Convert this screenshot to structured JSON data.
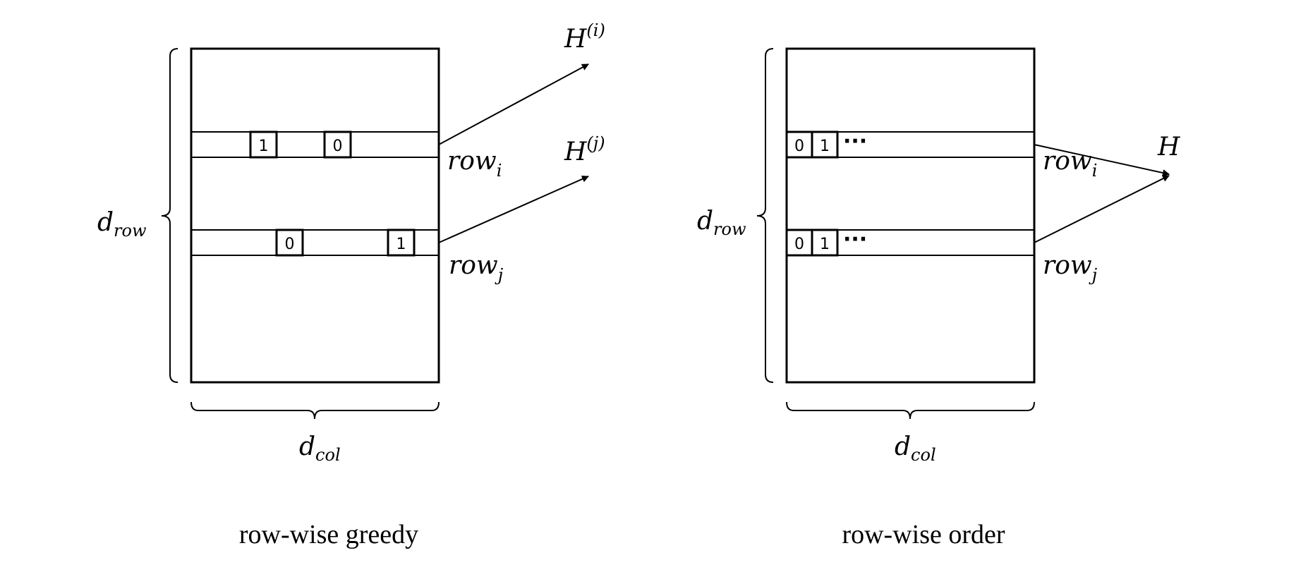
{
  "panels": [
    {
      "caption": "row-wise greedy",
      "d_row": {
        "base": "d",
        "sub": "row"
      },
      "d_col": {
        "base": "d",
        "sub": "col"
      },
      "row_i": {
        "base": "row",
        "sub": "i",
        "cells": [
          "1",
          "0"
        ]
      },
      "row_j": {
        "base": "row",
        "sub": "j",
        "cells": [
          "0",
          "1"
        ]
      },
      "output_i": {
        "base": "H",
        "sup": "(i)"
      },
      "output_j": {
        "base": "H",
        "sup": "(j)"
      }
    },
    {
      "caption": "row-wise order",
      "d_row": {
        "base": "d",
        "sub": "row"
      },
      "d_col": {
        "base": "d",
        "sub": "col"
      },
      "row_i": {
        "base": "row",
        "sub": "i",
        "cells": [
          "0",
          "1"
        ],
        "ellipsis": "···"
      },
      "row_j": {
        "base": "row",
        "sub": "j",
        "cells": [
          "0",
          "1"
        ],
        "ellipsis": "···"
      },
      "output": {
        "base": "H"
      }
    }
  ]
}
